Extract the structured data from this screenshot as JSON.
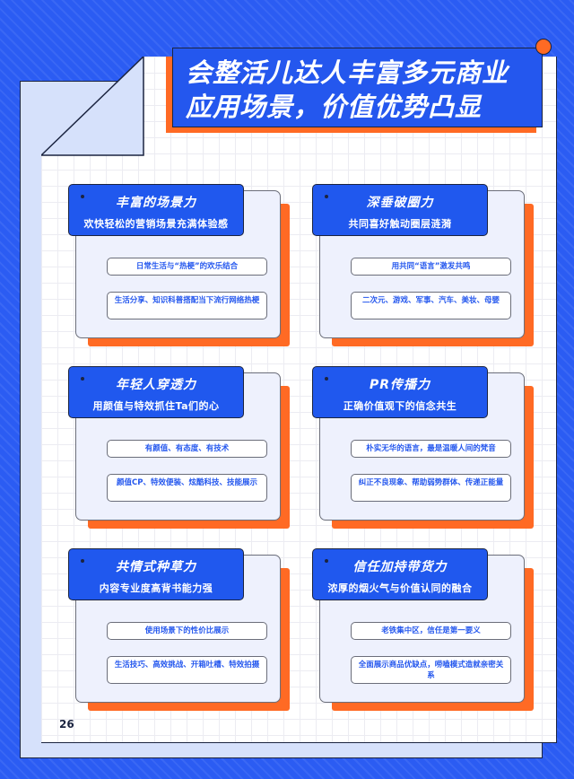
{
  "title": "会整活儿达人丰富多元商业应用场景，价值优势凸显",
  "page_number": "26",
  "cards": [
    {
      "title": "丰富的场景力",
      "subtitle": "欢快轻松的营销场景充满体验感",
      "points": [
        "日常生活与“热梗”的欢乐结合",
        "生活分享、知识科普搭配当下流行网络热梗"
      ]
    },
    {
      "title": "深垂破圈力",
      "subtitle": "共同喜好触动圈层涟漪",
      "points": [
        "用共同“语言”激发共鸣",
        "二次元、游戏、军事、汽车、美妆、母婴"
      ]
    },
    {
      "title": "年轻人穿透力",
      "subtitle": "用颜值与特效抓住Ta们的心",
      "points": [
        "有颜值、有态度、有技术",
        "颜值CP、特效便装、炫酷科技、技能展示"
      ]
    },
    {
      "title": "PR传播力",
      "subtitle": "正确价值观下的信念共生",
      "points": [
        "朴实无华的语言，最是温暖人间的梵音",
        "纠正不良现象、帮助弱势群体、传递正能量"
      ]
    },
    {
      "title": "共情式种草力",
      "subtitle": "内容专业度高背书能力强",
      "points": [
        "使用场景下的性价比展示",
        "生活技巧、高效挑战、开箱吐槽、特效拍摄"
      ]
    },
    {
      "title": "信任加持带货力",
      "subtitle": "浓厚的烟火气与价值认同的融合",
      "points": [
        "老铁集中区，信任是第一要义",
        "全面展示商品优缺点，唠嗑模式造就亲密关系"
      ]
    }
  ],
  "colors": {
    "primary": "#2457ee",
    "accent": "#ff6a24",
    "dark": "#1b2440"
  }
}
